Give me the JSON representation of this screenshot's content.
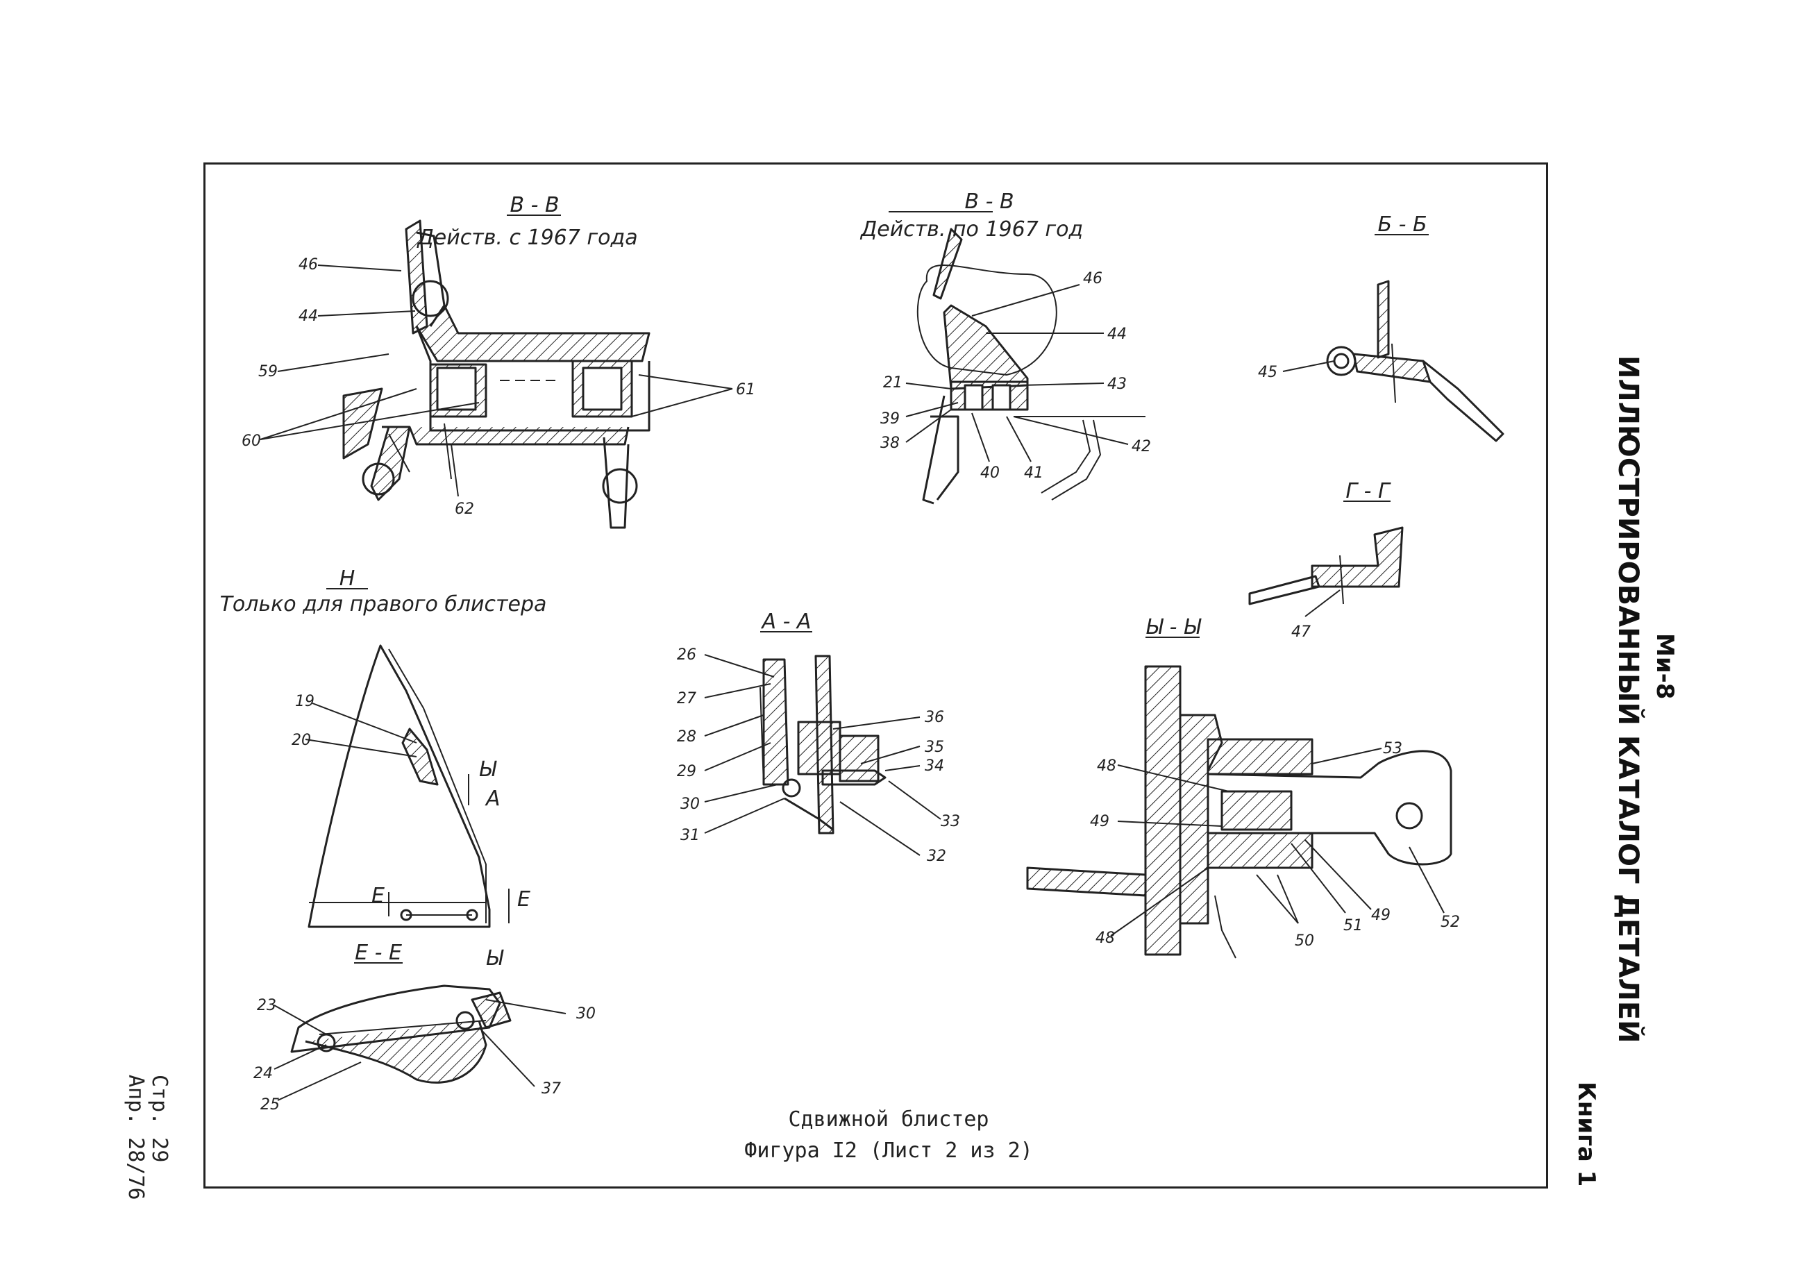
{
  "header": {
    "model": "Ми-8",
    "title": "ИЛЛЮСТРИРОВАННЫЙ КАТАЛОГ ДЕТАЛЕЙ",
    "book": "Книга 1"
  },
  "page_ref": {
    "page": "Стр. 29",
    "date": "Апр. 28/76"
  },
  "caption": {
    "line1": "Сдвижной блистер",
    "line2": "Фигура I2 (Лист 2 из 2)"
  },
  "views": {
    "vv_new": {
      "section": "В - В",
      "note": "Действ. с 1967 года"
    },
    "vv_old": {
      "section": "В - В",
      "note": "Действ. по 1967 год"
    },
    "bb": {
      "section": "Б - Б"
    },
    "gg": {
      "section": "Г - Г"
    },
    "n": {
      "section": "Н",
      "note": "Только для правого блистера"
    },
    "aa": {
      "section": "А - А"
    },
    "yy": {
      "section": "Ы - Ы"
    },
    "ee": {
      "section": "Е - Е"
    },
    "markers": {
      "y": "Ы",
      "a": "А",
      "e": "Е"
    }
  },
  "callouts": {
    "c46a": "46",
    "c44a": "44",
    "c59": "59",
    "c61": "61",
    "c60": "60",
    "c62": "62",
    "c46b": "46",
    "c44b": "44",
    "c43": "43",
    "c21": "21",
    "c39": "39",
    "c38": "38",
    "c40": "40",
    "c41": "41",
    "c42": "42",
    "c45": "45",
    "c47": "47",
    "c19": "19",
    "c20": "20",
    "c26": "26",
    "c27": "27",
    "c28": "28",
    "c29": "29",
    "c30a": "30",
    "c31": "31",
    "c36": "36",
    "c35": "35",
    "c34": "34",
    "c33": "33",
    "c32": "32",
    "c53": "53",
    "c48a": "48",
    "c49a": "49",
    "c49b": "49",
    "c48b": "48",
    "c50": "50",
    "c51": "51",
    "c52": "52",
    "c23": "23",
    "c24": "24",
    "c25": "25",
    "c30b": "30",
    "c37": "37"
  }
}
